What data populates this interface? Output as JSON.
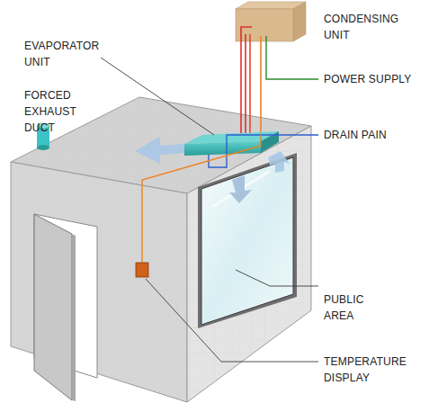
{
  "diagram": {
    "labels": [
      "CONDENSING UNIT",
      "EVAPORATOR UNIT",
      "POWER SUPPLY",
      "FORCED EXHAUST DUCT",
      "DRAIN PAIN",
      "PUBLIC AREA",
      "TEMPERATURE DISPLAY"
    ]
  }
}
